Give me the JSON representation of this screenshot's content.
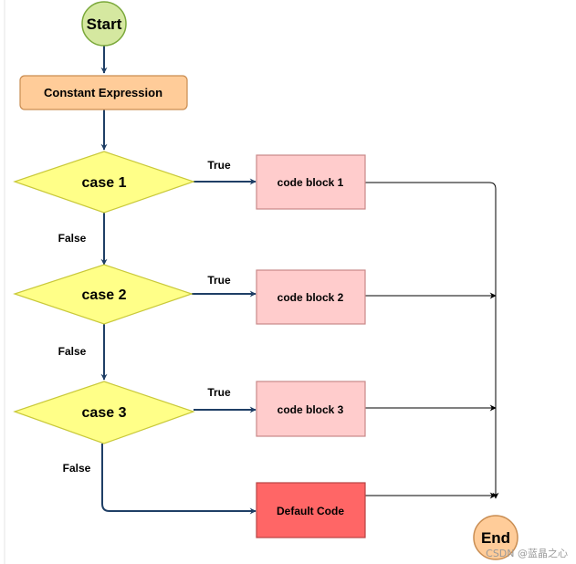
{
  "nodes": {
    "start": "Start",
    "constant": "Constant Expression",
    "case1": "case 1",
    "case2": "case 2",
    "case3": "case 3",
    "block1": "code block 1",
    "block2": "code block 2",
    "block3": "code block 3",
    "default": "Default Code",
    "end": "End"
  },
  "edges": {
    "true1": "True",
    "true2": "True",
    "true3": "True",
    "false1": "False",
    "false2": "False",
    "false3": "False"
  },
  "watermark": "CSDN @蓝晶之心",
  "colors": {
    "start_fill": "#d5e8a0",
    "start_stroke": "#7aa83a",
    "constant_fill": "#ffcc99",
    "constant_stroke": "#c98d52",
    "decision_fill": "#ffff88",
    "decision_stroke": "#c9c93a",
    "block_fill": "#ffcccc",
    "block_stroke": "#c98888",
    "default_fill": "#ff6666",
    "default_stroke": "#b84444",
    "end_fill": "#ffcc99",
    "end_stroke": "#c98d52",
    "flow_arrow": "#1f3f66",
    "merge_line": "#000000"
  }
}
